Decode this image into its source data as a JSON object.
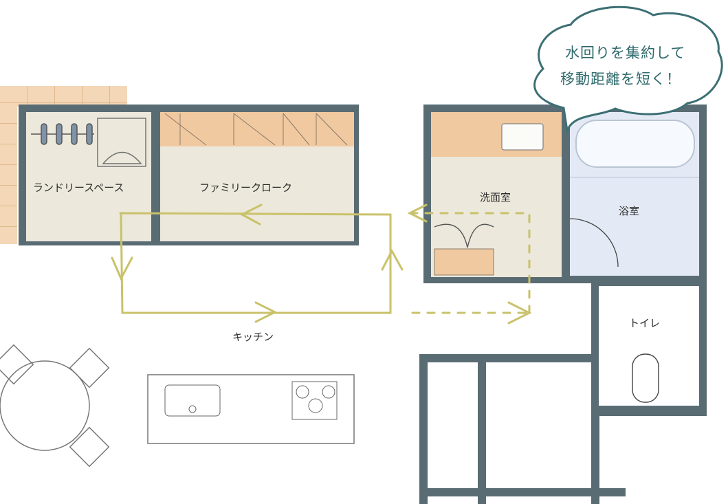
{
  "rooms": {
    "laundry": "ランドリースペース",
    "family_cloak": "ファミリークローク",
    "washroom": "洗面室",
    "bathroom": "浴室",
    "toilet": "トイレ",
    "kitchen": "キッチン"
  },
  "callout": {
    "line1": "水回りを集約して",
    "line2": "移動距離を短く！"
  },
  "colors": {
    "wall": "#566a72",
    "wood": "#f0c9a0",
    "floor": "#ece8dc",
    "bath_floor": "#e4eaf5",
    "route": "#c9c26a",
    "bubble_stroke": "#3c6f73"
  },
  "icons": [
    "washing-machine",
    "hanger-rail",
    "sink",
    "bathtub",
    "toilet",
    "stove",
    "dining-table",
    "route-arrow"
  ]
}
